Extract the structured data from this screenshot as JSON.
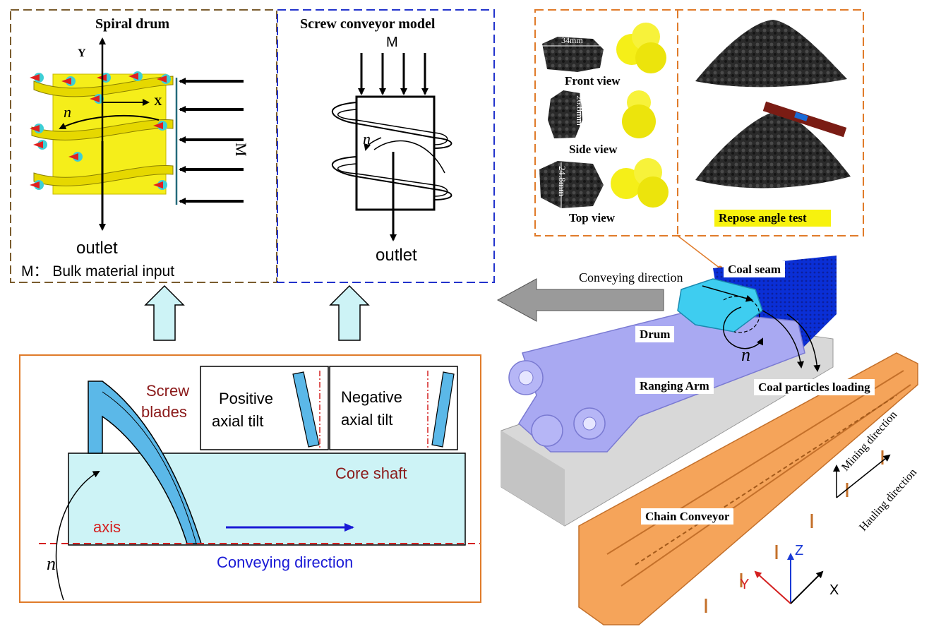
{
  "colors": {
    "drum_yellow": "#f5ee1a",
    "blade_blue": "#5bb8e8",
    "shaft_fill": "#cdf3f6",
    "arm_purple": "#a9a9f2",
    "conveyor_orange": "#f5a45a",
    "coal_seam_blue": "#0a2fd6",
    "box_orange": "#e07b2a",
    "box_brown": "#7a5c2e",
    "box_blue": "#2233cc",
    "title_red": "#8b1a1a",
    "conveying_blue": "#1a1ad6"
  },
  "spiral_drum": {
    "title": "Spiral drum",
    "axis_y": "Y",
    "axis_x": "X",
    "rotation": "n",
    "input": "M",
    "outlet": "outlet",
    "caption": "M： Bulk material input"
  },
  "screw_model": {
    "title": "Screw conveyor model",
    "input": "M",
    "rotation": "n",
    "outlet": "outlet"
  },
  "particle_views": {
    "front_label": "Front view",
    "front_dim": "34mm",
    "side_label": "Side view",
    "side_dim": "26.8mm",
    "top_label": "Top view",
    "top_dim": "24.8mm",
    "repose_label": "Repose angle test"
  },
  "blade_panel": {
    "screw_blades": "Screw\nblades",
    "screw_label_1": "Screw",
    "screw_label_2": "blades",
    "positive_1": "Positive",
    "positive_2": "axial tilt",
    "negative_1": "Negative",
    "negative_2": "axial tilt",
    "core_shaft": "Core shaft",
    "axis": "axis",
    "rotation": "n",
    "conveying": "Conveying direction"
  },
  "shearer": {
    "conveying_direction": "Conveying direction",
    "coal_seam": "Coal seam",
    "drum": "Drum",
    "rotation": "n",
    "ranging_arm": "Ranging Arm",
    "coal_loading": "Coal particles loading",
    "chain_conveyor": "Chain Conveyor",
    "mining_direction": "Mining direction",
    "hauling_direction": "Hauling direction",
    "axis_z": "Z",
    "axis_y": "Y",
    "axis_x": "X"
  }
}
